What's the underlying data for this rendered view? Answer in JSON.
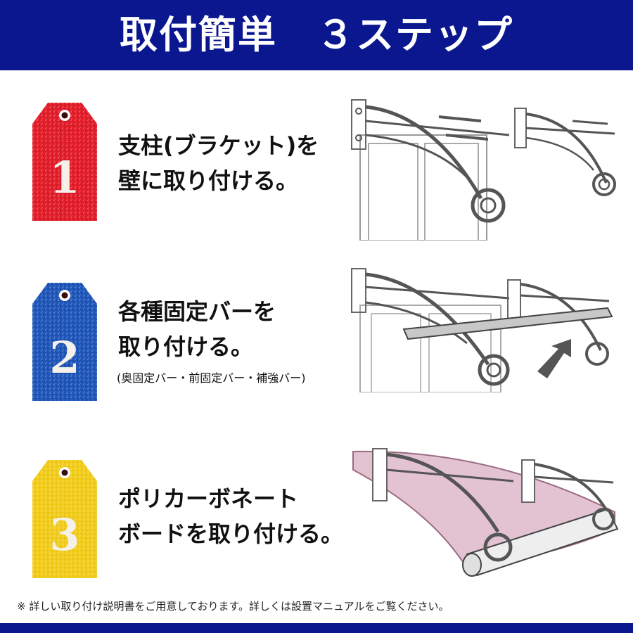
{
  "header": {
    "title": "取付簡単　３ステップ",
    "bg_color": "#0b178f"
  },
  "steps": [
    {
      "number": "1",
      "tag_color": "#e21d2a",
      "lines": [
        "支柱(ブラケット)を",
        "壁に取り付ける。"
      ],
      "illustration": "bracket-install-illustration"
    },
    {
      "number": "2",
      "tag_color": "#1f56b8",
      "lines": [
        "各種固定バーを",
        "取り付ける。"
      ],
      "note": "(奥固定バー・前固定バー・補強バー)",
      "illustration": "fixing-bar-illustration"
    },
    {
      "number": "3",
      "tag_color": "#f2cc1b",
      "lines": [
        "ポリカーボネート",
        "ボードを取り付ける。"
      ],
      "illustration": "polycarbonate-board-illustration"
    }
  ],
  "footer": {
    "note": "※ 詳しい取り付け説明書をご用意しております。詳しくは設置マニュアルをご覧ください。"
  }
}
